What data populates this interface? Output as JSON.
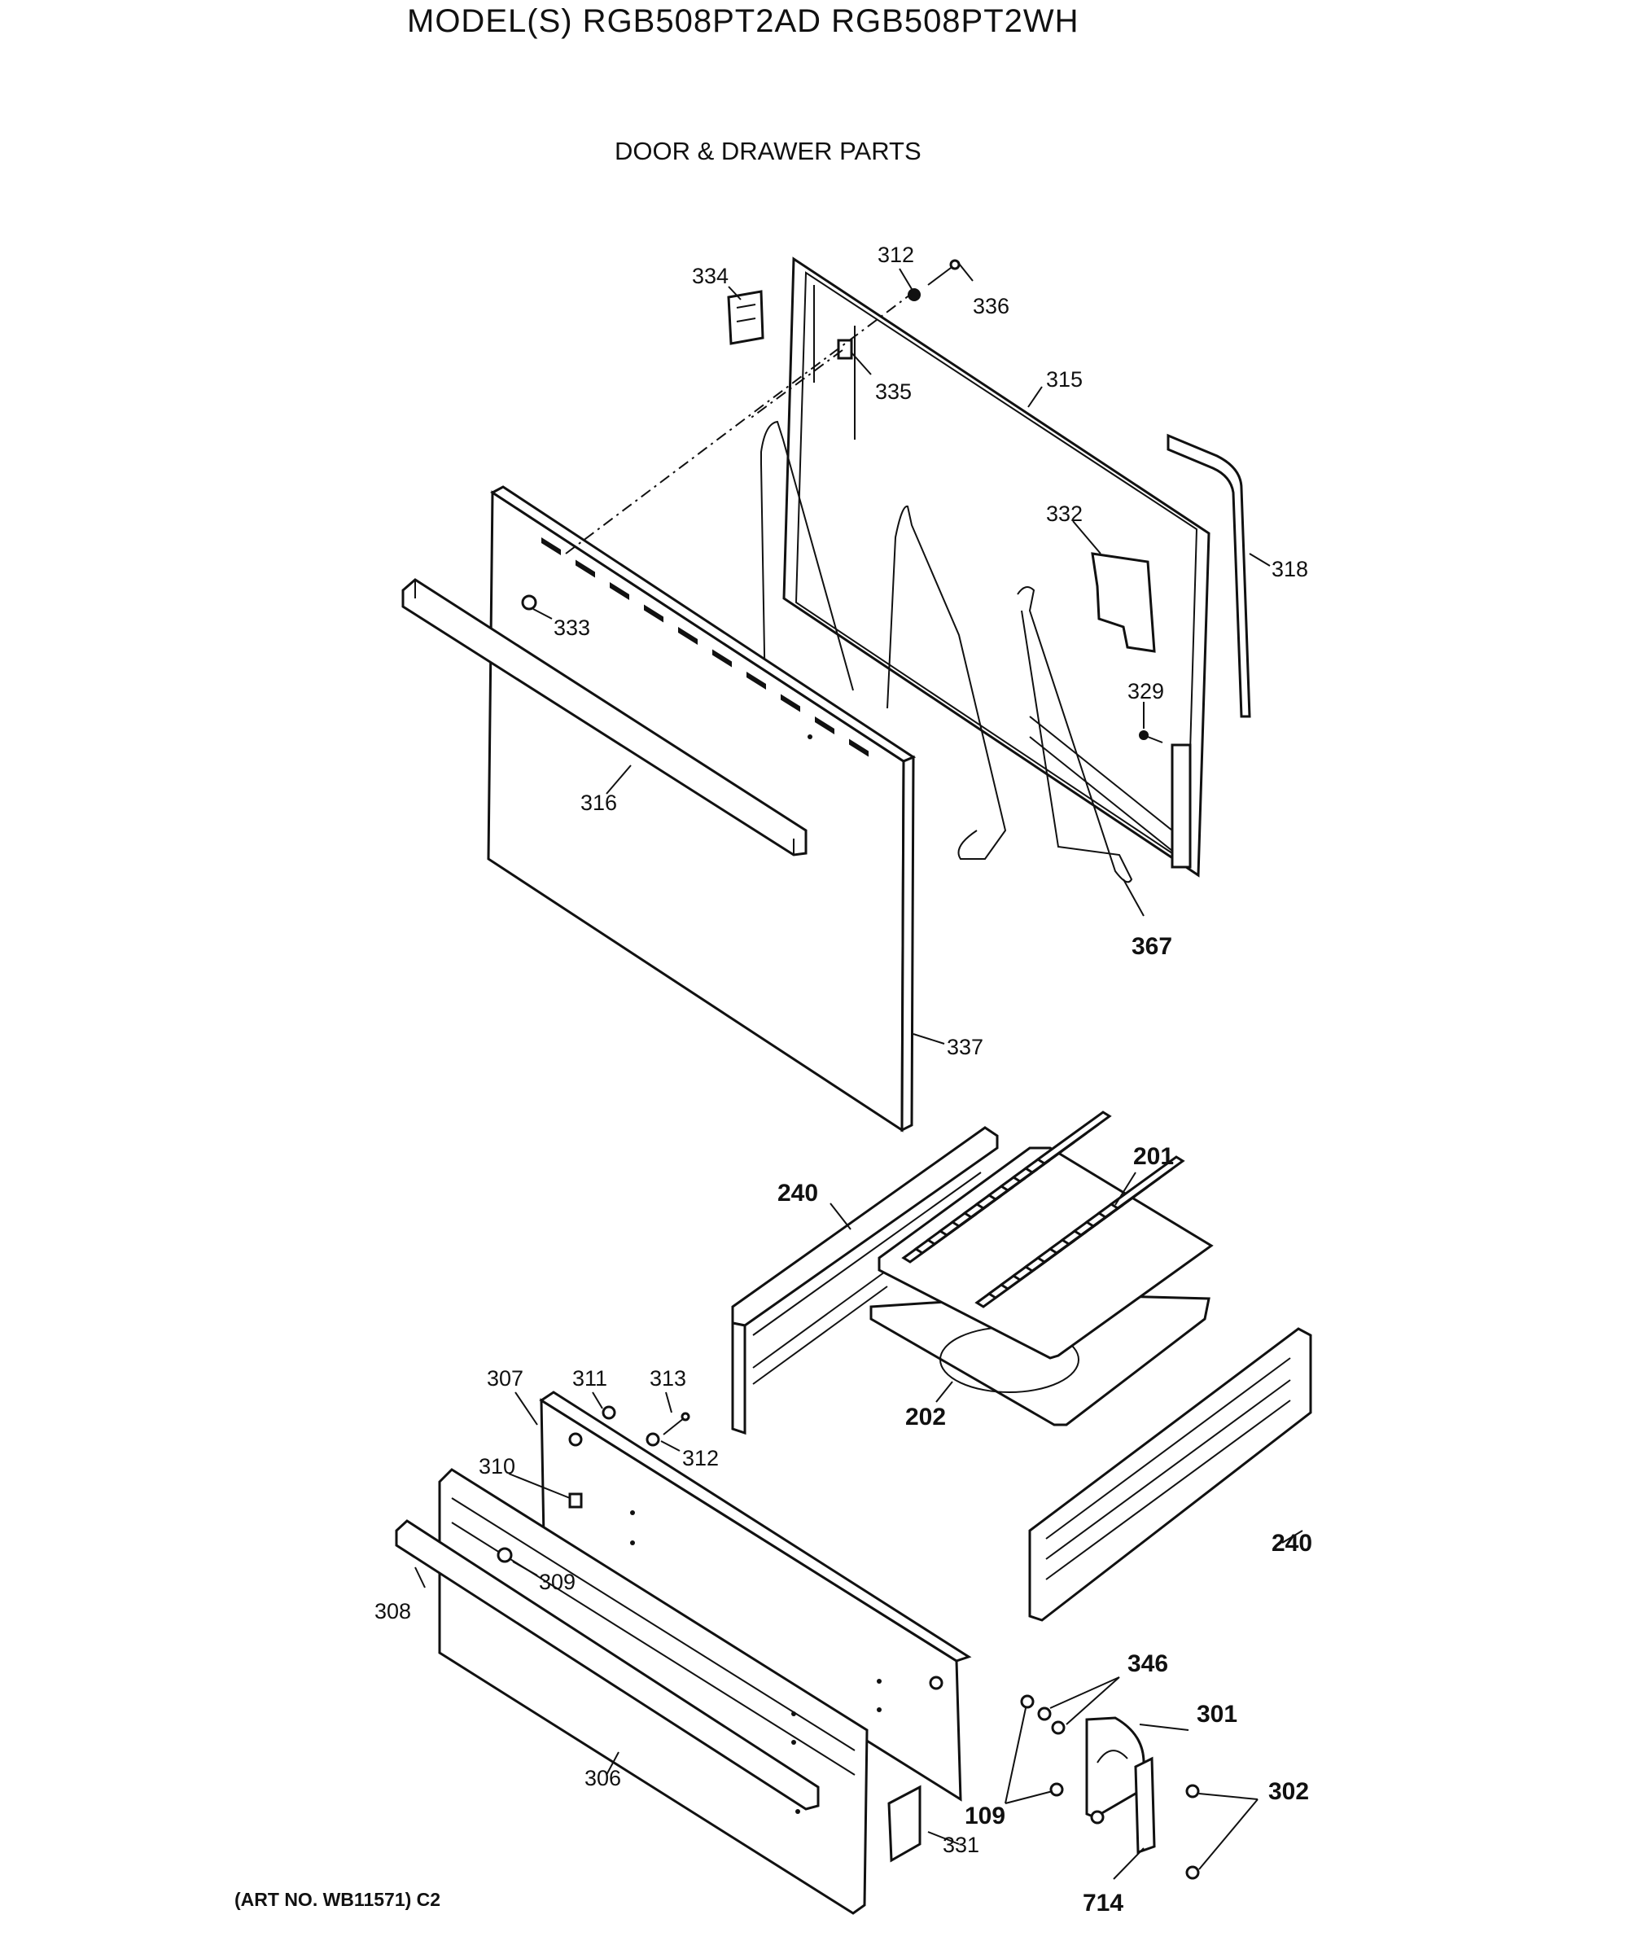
{
  "header": {
    "model_title": "MODEL(S) RGB508PT2AD  RGB508PT2WH",
    "section_title": "DOOR & DRAWER PARTS"
  },
  "footer": {
    "art_number": "(ART NO. WB11571) C2"
  },
  "callouts": {
    "p312a": "312",
    "p334": "334",
    "p336": "336",
    "p335": "335",
    "p315": "315",
    "p332": "332",
    "p318": "318",
    "p333": "333",
    "p329": "329",
    "p316": "316",
    "p367": "367",
    "p337": "337",
    "p201": "201",
    "p240a": "240",
    "p202": "202",
    "p307": "307",
    "p311": "311",
    "p313": "313",
    "p312b": "312",
    "p310": "310",
    "p309": "309",
    "p308": "308",
    "p240b": "240",
    "p346": "346",
    "p301": "301",
    "p306": "306",
    "p302": "302",
    "p109": "109",
    "p331": "331",
    "p714": "714"
  }
}
